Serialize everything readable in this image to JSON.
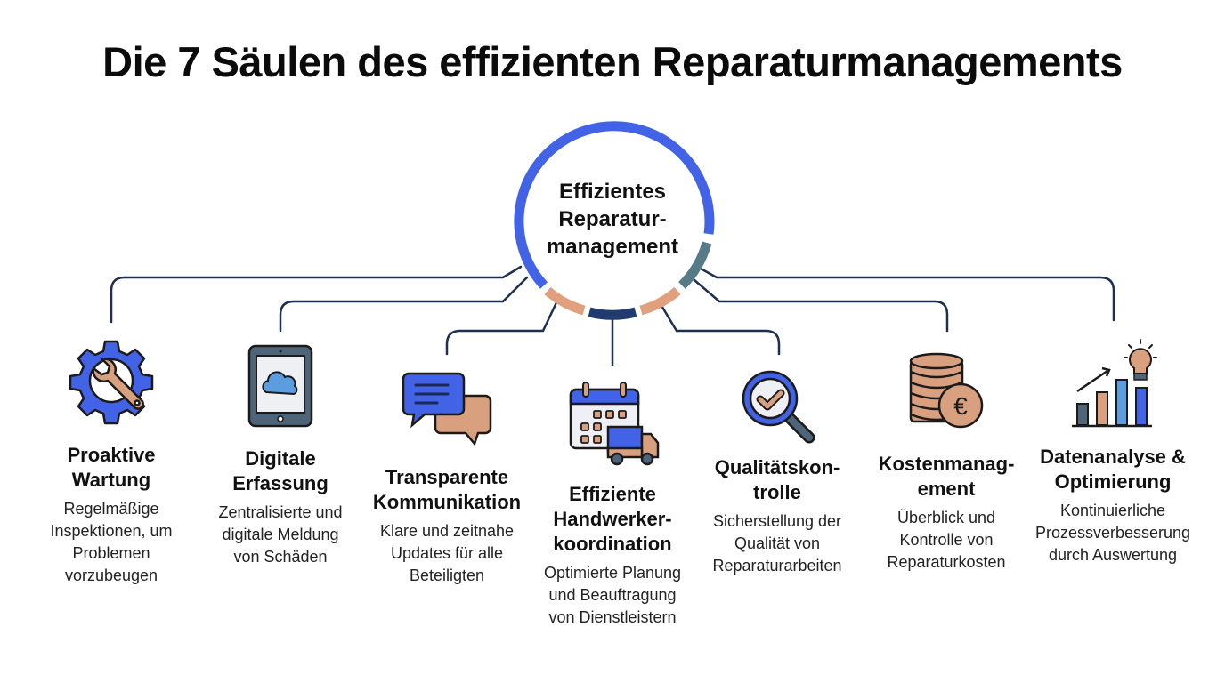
{
  "title": "Die 7 Säulen des effizienten Reparaturmanagements",
  "hub": {
    "label": "Effizientes\nReparatur-\nmanagement",
    "ring_colors": {
      "blue": "#4263e6",
      "teal": "#567a86",
      "peach": "#e0a07e",
      "navy": "#223b6e"
    }
  },
  "colors": {
    "line": "#1f2f4f",
    "blue": "#4263e6",
    "peach": "#d9a07f",
    "slate": "#4e6478"
  },
  "pillars": [
    {
      "icon": "gear-wrench-icon",
      "title": "Proaktive\nWartung",
      "description": "Regelmäßige\nInspektionen, um\nProblemen\nvorzubeugen"
    },
    {
      "icon": "tablet-cloud-icon",
      "title": "Digitale\nErfassung",
      "description": "Zentralisierte und\ndigitale Meldung\nvon Schäden"
    },
    {
      "icon": "chat-bubbles-icon",
      "title": "Transparente\nKommunikation",
      "description": "Klare und zeitnahe\nUpdates für alle\nBeteiligten"
    },
    {
      "icon": "calendar-truck-icon",
      "title": "Effiziente\nHandwerker-\nkoordination",
      "description": "Optimierte Planung\nund Beauftragung\nvon Dienstleistern"
    },
    {
      "icon": "magnifier-check-icon",
      "title": "Qualitätskon-\ntrolle",
      "description": "Sicherstellung der\nQualität von\nReparaturarbeiten"
    },
    {
      "icon": "coins-euro-icon",
      "title": "Kostenmanag-\nement",
      "description": "Überblick und\nKontrolle von\nReparaturkosten"
    },
    {
      "icon": "chart-bulb-icon",
      "title": "Datenanalyse &\nOptimierung",
      "description": "Kontinuierliche\nProzessverbesserung\ndurch Auswertung"
    }
  ]
}
